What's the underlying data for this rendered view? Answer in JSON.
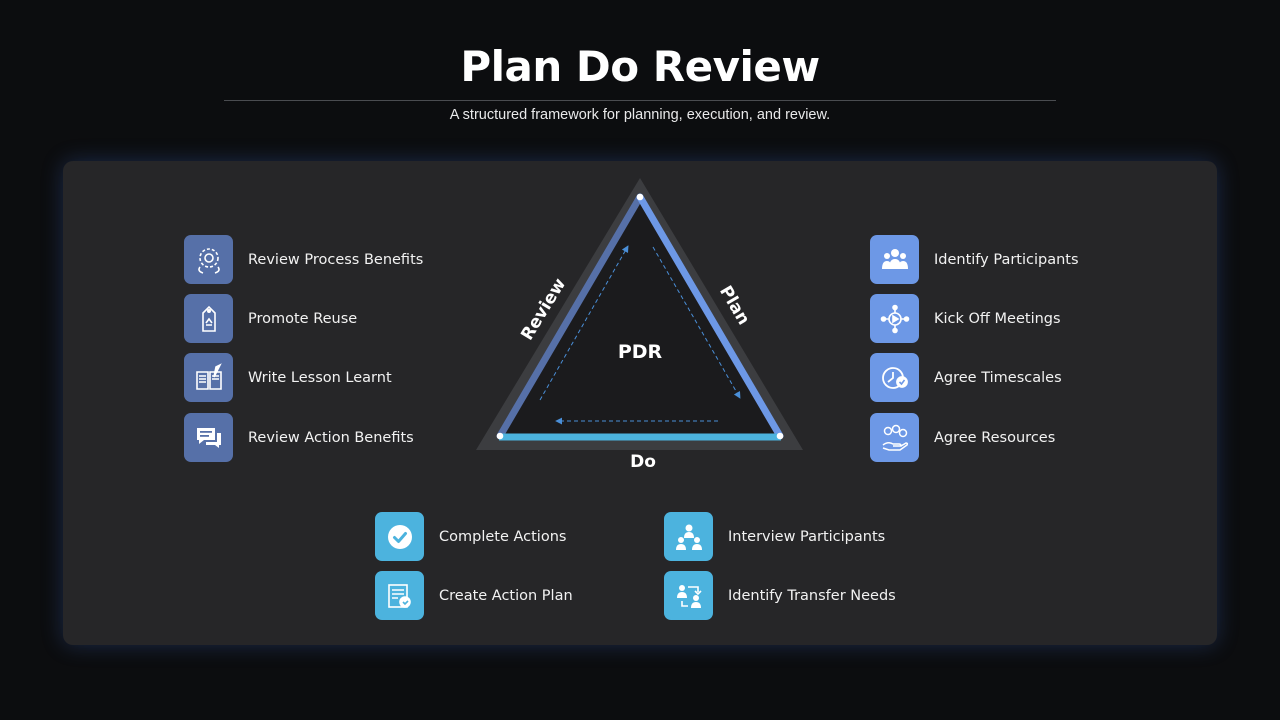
{
  "header": {
    "title": "Plan Do Review",
    "subtitle": "A structured framework for planning, execution, and review."
  },
  "diagram": {
    "center_label": "PDR",
    "side_review": "Review",
    "side_plan": "Plan",
    "side_do": "Do",
    "colors": {
      "review": "#5670a8",
      "plan": "#6d98e6",
      "do": "#4cb3de",
      "outer": "#3c3d40"
    }
  },
  "review_items": [
    {
      "label": "Review Process Benefits",
      "icon": "gear-cycle-icon"
    },
    {
      "label": "Promote Reuse",
      "icon": "recycle-tag-icon"
    },
    {
      "label": "Write Lesson Learnt",
      "icon": "book-pen-icon"
    },
    {
      "label": "Review Action Benefits",
      "icon": "chat-bubbles-icon"
    }
  ],
  "plan_items": [
    {
      "label": "Identify Participants",
      "icon": "people-group-icon"
    },
    {
      "label": "Kick Off Meetings",
      "icon": "play-network-icon"
    },
    {
      "label": "Agree Timescales",
      "icon": "clock-check-icon"
    },
    {
      "label": "Agree Resources",
      "icon": "hand-resources-icon"
    }
  ],
  "do_items": [
    {
      "label": "Complete Actions",
      "icon": "check-circle-icon"
    },
    {
      "label": "Create Action Plan",
      "icon": "plan-document-icon"
    },
    {
      "label": "Interview Participants",
      "icon": "interview-icon"
    },
    {
      "label": "Identify Transfer Needs",
      "icon": "transfer-person-icon"
    }
  ]
}
